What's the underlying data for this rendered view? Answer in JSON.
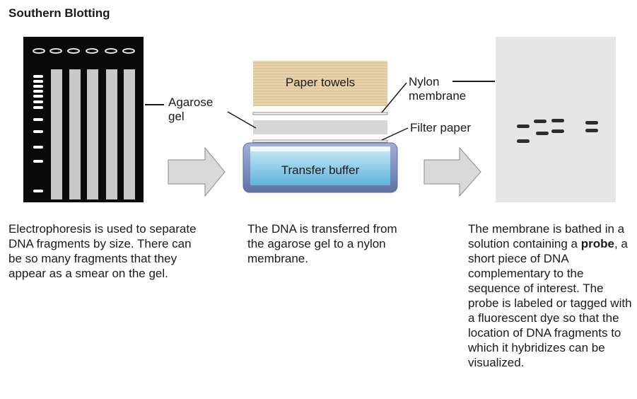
{
  "title": "Southern Blotting",
  "labels": {
    "agarose_gel_line1": "Agarose",
    "agarose_gel_line2": "gel",
    "paper_towels": "Paper towels",
    "nylon_membrane_line1": "Nylon",
    "nylon_membrane_line2": "membrane",
    "filter_paper": "Filter paper",
    "transfer_buffer": "Transfer buffer"
  },
  "captions": {
    "step1": "Electrophoresis is used to separate DNA fragments by size. There can be so many fragments that they appear as a smear on the gel.",
    "step2": "The DNA is transferred from the agarose gel to a nylon membrane.",
    "step3_before": "The membrane is bathed in a solution containing a ",
    "step3_bold": "probe",
    "step3_after": ", a short piece of DNA complementary to the sequence of interest. The probe is labeled or tagged with a fluorescent dye so that the location of DNA fragments to which it hybridizes can be visualized."
  },
  "colors": {
    "gel_background": "#0a0a0a",
    "lane_smear": "#c8c8c8",
    "paper_towels": "#e8d0a8",
    "membrane_panel": "#e6e6e6",
    "buffer_fill": "#8ccbe6",
    "tray_outline": "#6a7fb0",
    "arrow_fill": "#d9d9d9"
  },
  "icons": [
    "right-arrow-icon",
    "right-arrow-icon"
  ]
}
